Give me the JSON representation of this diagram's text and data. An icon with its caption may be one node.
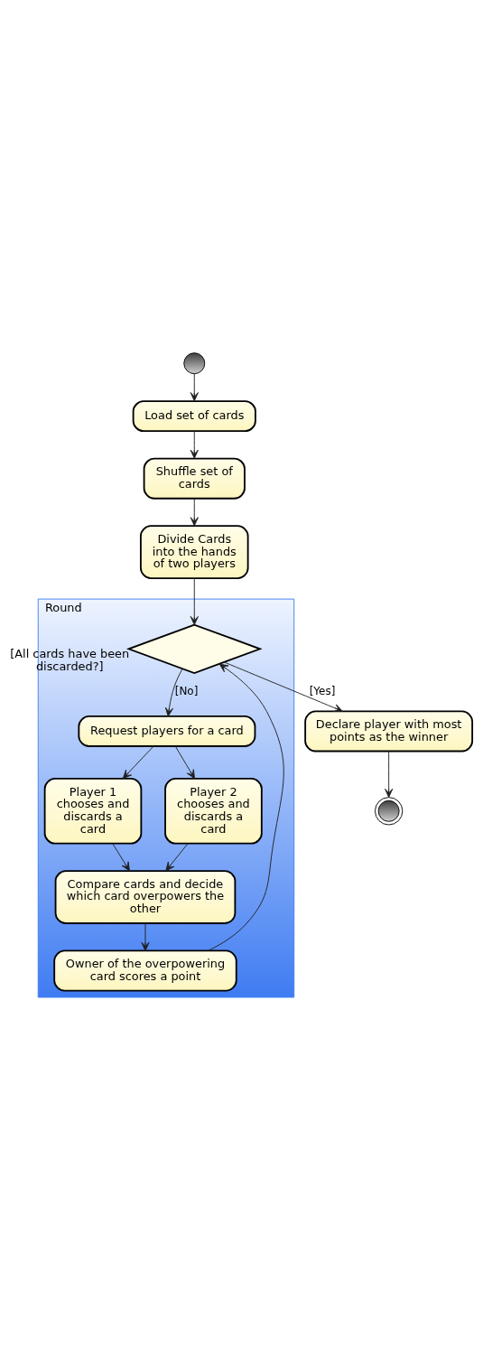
{
  "diagram": {
    "nodes": [
      {
        "text": [],
        "shape": "circle"
      },
      {
        "text": [
          "Load set of cards"
        ]
      },
      {
        "text": [
          "Shuffle set of cards"
        ]
      },
      {
        "text": [
          "Divide Cards into the hands of two players"
        ]
      },
      {
        "text": [
          "Round"
        ]
      },
      {
        "text": [],
        "shape": "diamond",
        "beside": [
          "[All cards have been discarded?]"
        ],
        "in": 4
      },
      {
        "text": [
          "Request players for a card"
        ],
        "in": 4
      },
      {
        "text": [
          "Player 1 chooses and discards a card"
        ],
        "in": 4
      },
      {
        "text": [
          "Player 2 chooses and discards a card"
        ],
        "in": 4
      },
      {
        "text": [
          "Compare cards and decide which card overpowers the other"
        ],
        "in": 4
      },
      {
        "text": [
          "Owner of the overpowering card scores a point"
        ],
        "in": 4
      },
      {
        "text": [
          "Declare player with most points as the winner"
        ]
      },
      {
        "text": [],
        "shape": "circle"
      }
    ],
    "edges": [
      {
        "from": 0,
        "to": 1,
        "arrow": "to"
      },
      {
        "from": 1,
        "to": 2,
        "arrow": "to"
      },
      {
        "from": 2,
        "to": 3,
        "arrow": "to"
      },
      {
        "from": 3,
        "to": 5,
        "arrow": "to"
      },
      {
        "from": 5,
        "to": 6,
        "arrow": "to",
        "label": "[No]"
      },
      {
        "from": 6,
        "to": 7,
        "arrow": "to"
      },
      {
        "from": 6,
        "to": 8,
        "arrow": "to"
      },
      {
        "from": 7,
        "to": 9,
        "arrow": "to"
      },
      {
        "from": 8,
        "to": 9,
        "arrow": "to"
      },
      {
        "from": 9,
        "to": 10,
        "arrow": "to"
      },
      {
        "from": 10,
        "to": 5,
        "arrow": "to"
      },
      {
        "from": 5,
        "to": 11,
        "arrow": "to",
        "label": "[Yes]"
      },
      {
        "from": 11,
        "to": 12,
        "arrow": "to"
      }
    ]
  }
}
